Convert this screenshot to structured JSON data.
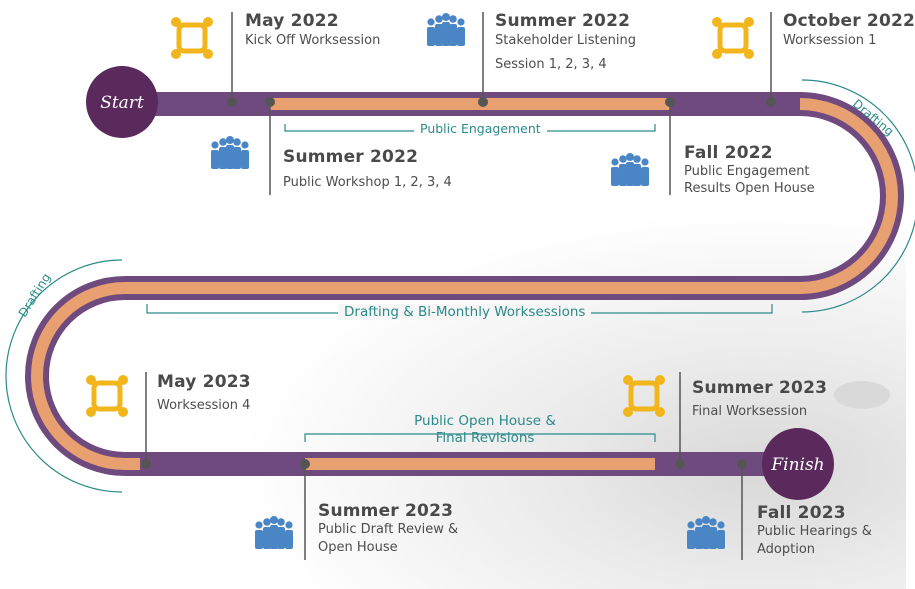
{
  "endpoints": {
    "start": "Start",
    "finish": "Finish"
  },
  "phases": {
    "public_engagement": "Public Engagement",
    "drafting_right": "Drafting",
    "drafting_left": "Drafting",
    "drafting_worksessions": "Drafting & Bi-Monthly Worksessions",
    "open_house_line1": "Public Open House &",
    "open_house_line2": "Final Revisions"
  },
  "milestones": [
    {
      "id": "may2022",
      "title": "May 2022",
      "lines": [
        "Kick Off Worksession"
      ],
      "icon": "worksession-icon"
    },
    {
      "id": "summer2022a",
      "title": "Summer 2022",
      "lines": [
        "Stakeholder Listening",
        "Session 1, 2, 3, 4"
      ],
      "icon": "people-icon"
    },
    {
      "id": "oct2022",
      "title": "October 2022",
      "lines": [
        "Worksession 1"
      ],
      "icon": "worksession-icon"
    },
    {
      "id": "summer2022b",
      "title": "Summer 2022",
      "lines": [
        "Public Workshop 1, 2, 3, 4"
      ],
      "icon": "people-icon"
    },
    {
      "id": "fall2022",
      "title": "Fall 2022",
      "lines": [
        "Public Engagement",
        "Results Open House"
      ],
      "icon": "people-icon"
    },
    {
      "id": "may2023",
      "title": "May 2023",
      "lines": [
        "Worksession 4"
      ],
      "icon": "worksession-icon"
    },
    {
      "id": "summer2023a",
      "title": "Summer 2023",
      "lines": [
        "Final Worksession"
      ],
      "icon": "worksession-icon"
    },
    {
      "id": "summer2023b",
      "title": "Summer 2023",
      "lines": [
        "Public Draft Review &",
        "Open House"
      ],
      "icon": "people-icon"
    },
    {
      "id": "fall2023",
      "title": "Fall 2023",
      "lines": [
        "Public Hearings &",
        "Adoption"
      ],
      "icon": "people-icon"
    }
  ],
  "colors": {
    "road": "#6e4a7e",
    "road_fill": "#e9a070",
    "endpoint": "#5b2a5c",
    "icon_yellow": "#f2b51c",
    "icon_blue": "#4a86c6",
    "phase_text": "#2a8a8a",
    "pin": "#555555"
  }
}
